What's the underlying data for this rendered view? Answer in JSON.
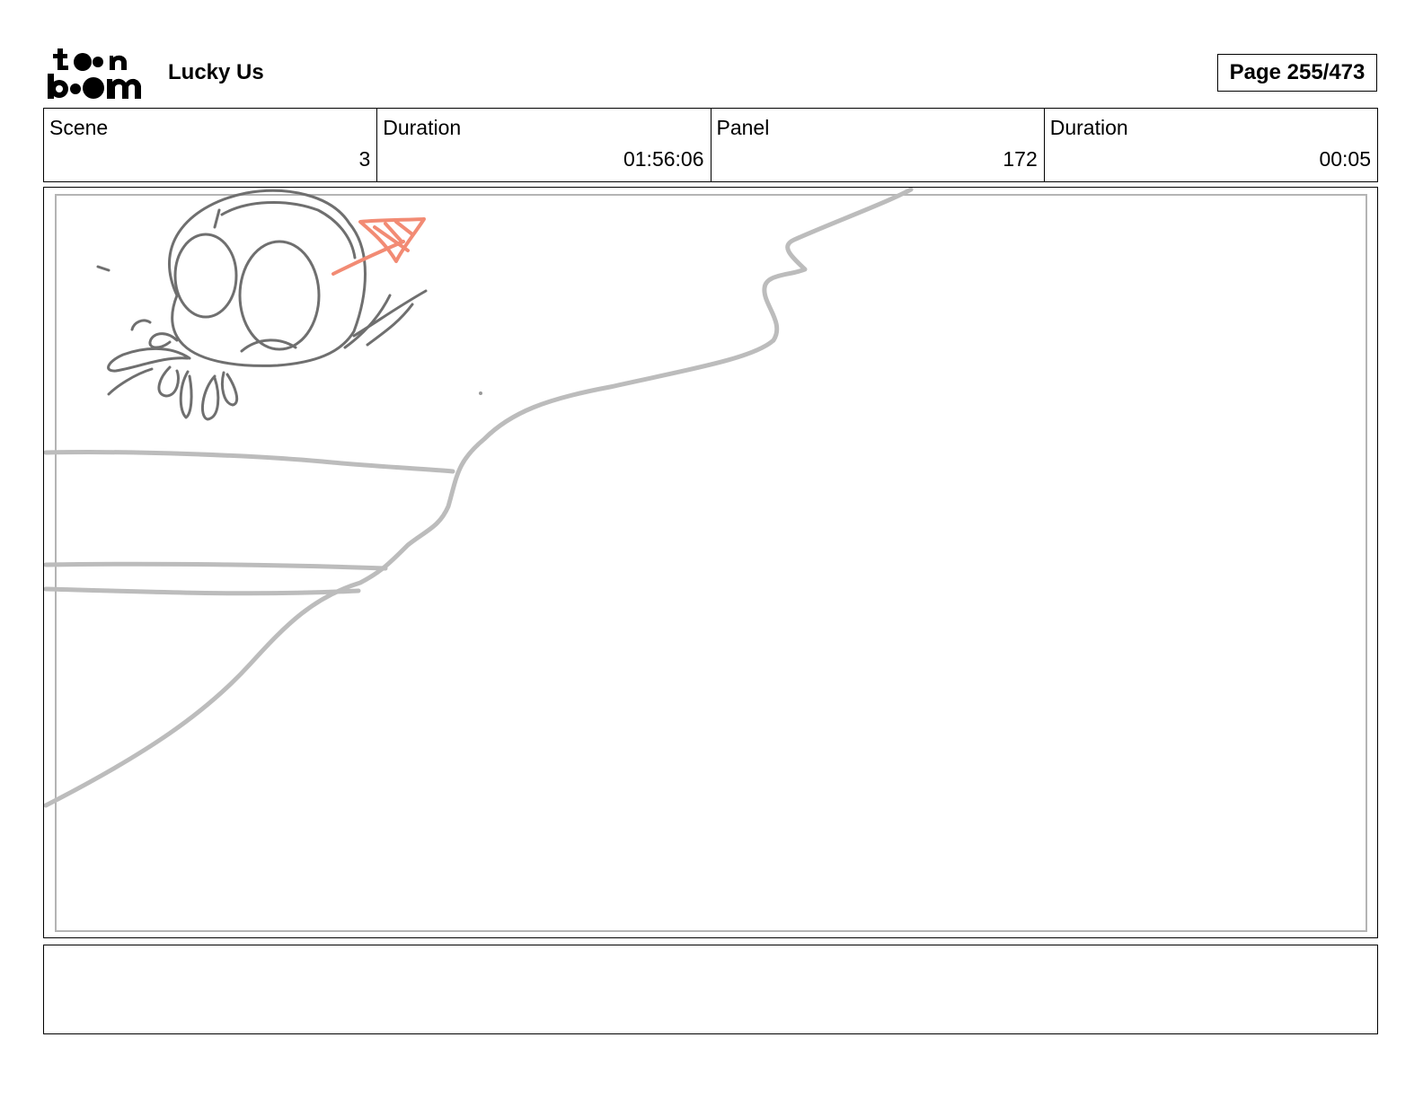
{
  "header": {
    "logo_text": "toon boom",
    "project_title": "Lucky Us",
    "page_label": "Page 255/473"
  },
  "info": {
    "scene_label": "Scene",
    "scene_value": "3",
    "scene_duration_label": "Duration",
    "scene_duration_value": "01:56:06",
    "panel_label": "Panel",
    "panel_value": "172",
    "panel_duration_label": "Duration",
    "panel_duration_value": "00:05"
  },
  "colors": {
    "sketch_line": "#b8b8b8",
    "character_line": "#6f6f6f",
    "arrow": "#f28b74"
  },
  "notes": {
    "text": ""
  }
}
